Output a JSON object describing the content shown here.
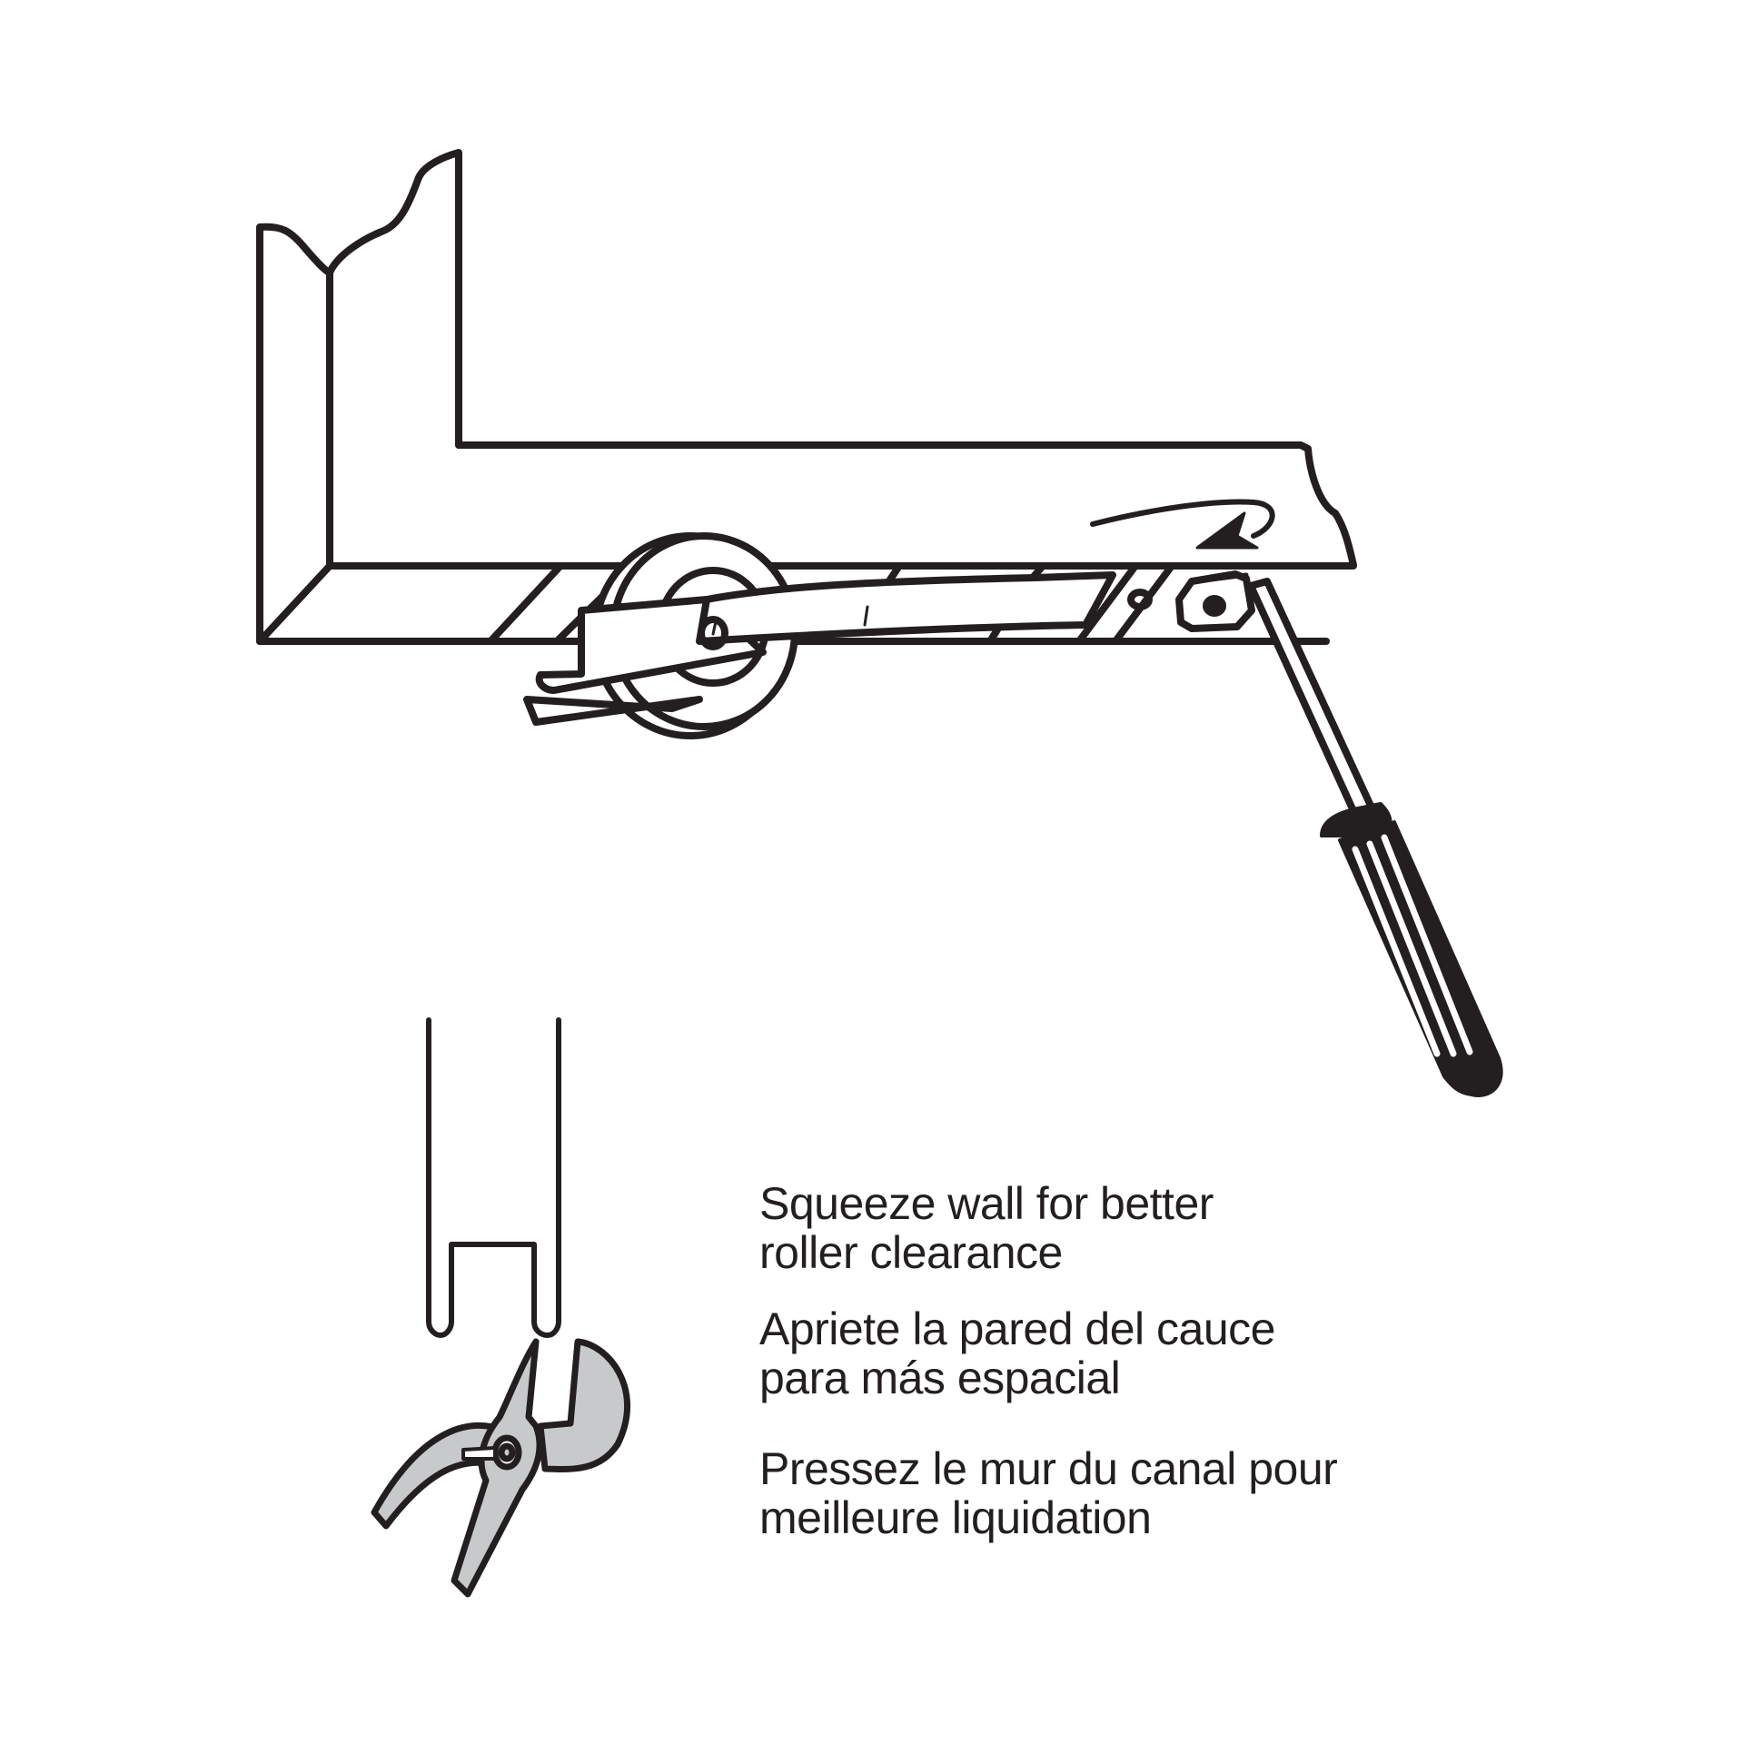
{
  "figure": {
    "description": "Sliding door roller adjustment illustration",
    "colors": {
      "ink": "#231f20",
      "tool_fill": "#c8c9cb",
      "background": "#ffffff"
    },
    "parts": {
      "door_frame": "door-frame",
      "roller": "roller-wheel",
      "roller_bracket": "roller-bracket",
      "adjustment_screw": "adjustment-screw",
      "rotation_arrow": "rotation-arrow",
      "screwdriver": "screwdriver",
      "track_channel": "track-channel",
      "pliers": "pliers"
    }
  },
  "captions": {
    "english": {
      "line1": "Squeeze wall for better",
      "line2": "roller clearance"
    },
    "spanish": {
      "line1": "Apriete la pared del cauce",
      "line2": "para más espacial"
    },
    "french": {
      "line1": "Pressez le mur du canal pour",
      "line2": "meilleure liquidation"
    }
  }
}
